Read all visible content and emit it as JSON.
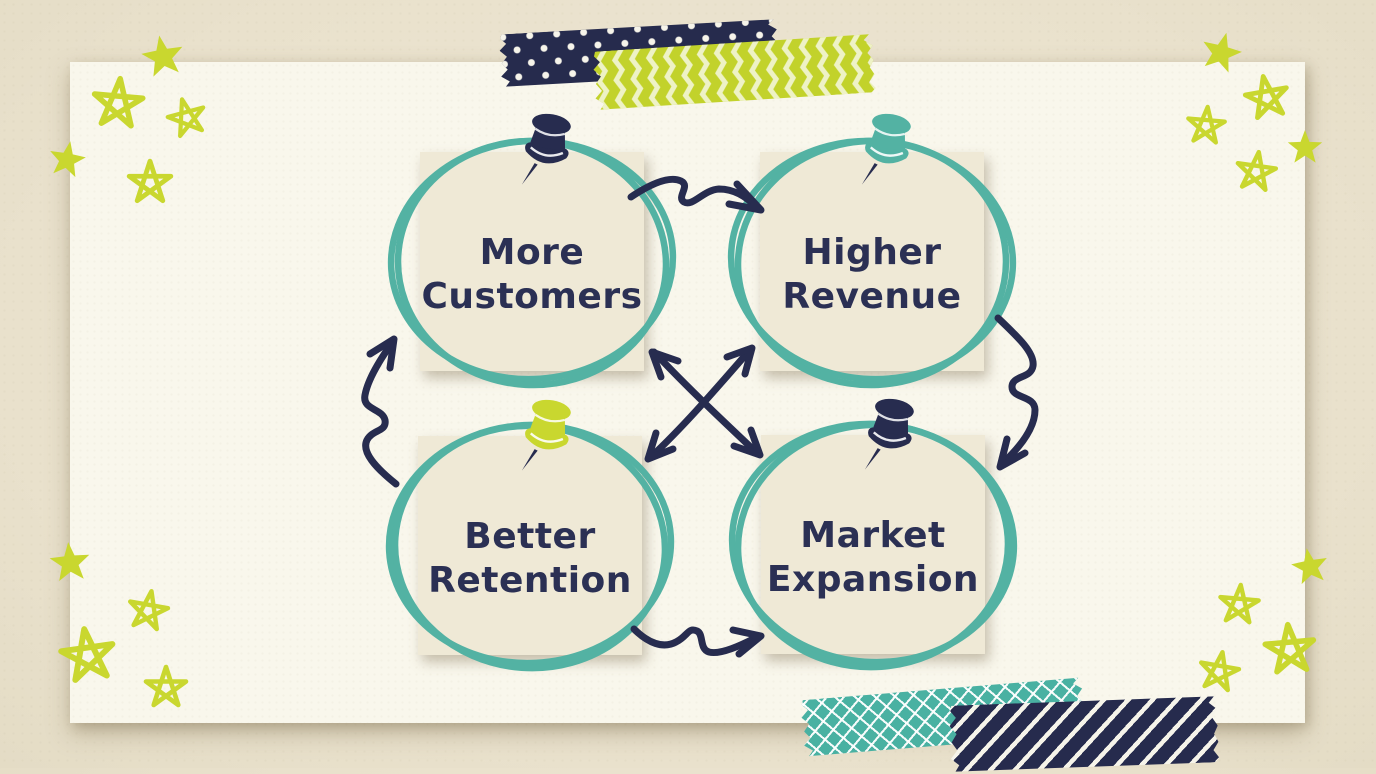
{
  "diagram": {
    "notes": [
      {
        "name": "more-customers",
        "line1": "More",
        "line2": "Customers",
        "pin_color_name": "navy"
      },
      {
        "name": "higher-revenue",
        "line1": "Higher",
        "line2": "Revenue",
        "pin_color_name": "teal"
      },
      {
        "name": "better-retention",
        "line1": "Better",
        "line2": "Retention",
        "pin_color_name": "lime"
      },
      {
        "name": "market-expansion",
        "line1": "Market",
        "line2": "Expansion",
        "pin_color_name": "navy"
      }
    ],
    "colors": {
      "background": "#ebe3d0",
      "card": "#f9f7ec",
      "note": "#efe9d6",
      "teal": "#53b2a3",
      "navy": "#272c4f",
      "lime": "#c9d72f",
      "text": "#2b3054",
      "pattern_cream": "#f6f4ea"
    },
    "decorations": {
      "tapes": [
        {
          "name": "polka-dot-tape",
          "style": "navy with white polka dots"
        },
        {
          "name": "chevron-tape",
          "style": "lime with cream chevron zigzag"
        },
        {
          "name": "crosshatch-tape",
          "style": "teal with white diamond lattice"
        },
        {
          "name": "diagonal-stripe-tape",
          "style": "navy with white diagonal stripes"
        }
      ],
      "stars": {
        "color": "#c9d72f",
        "count": 18,
        "styles": [
          "filled",
          "sketch-outline"
        ]
      },
      "arrows": {
        "color": "#272c4f",
        "items": [
          "top-curve-right",
          "right-curve-down",
          "bottom-curve-right",
          "left-curve-up",
          "cross-diagonal-up",
          "cross-diagonal-down"
        ]
      }
    }
  }
}
